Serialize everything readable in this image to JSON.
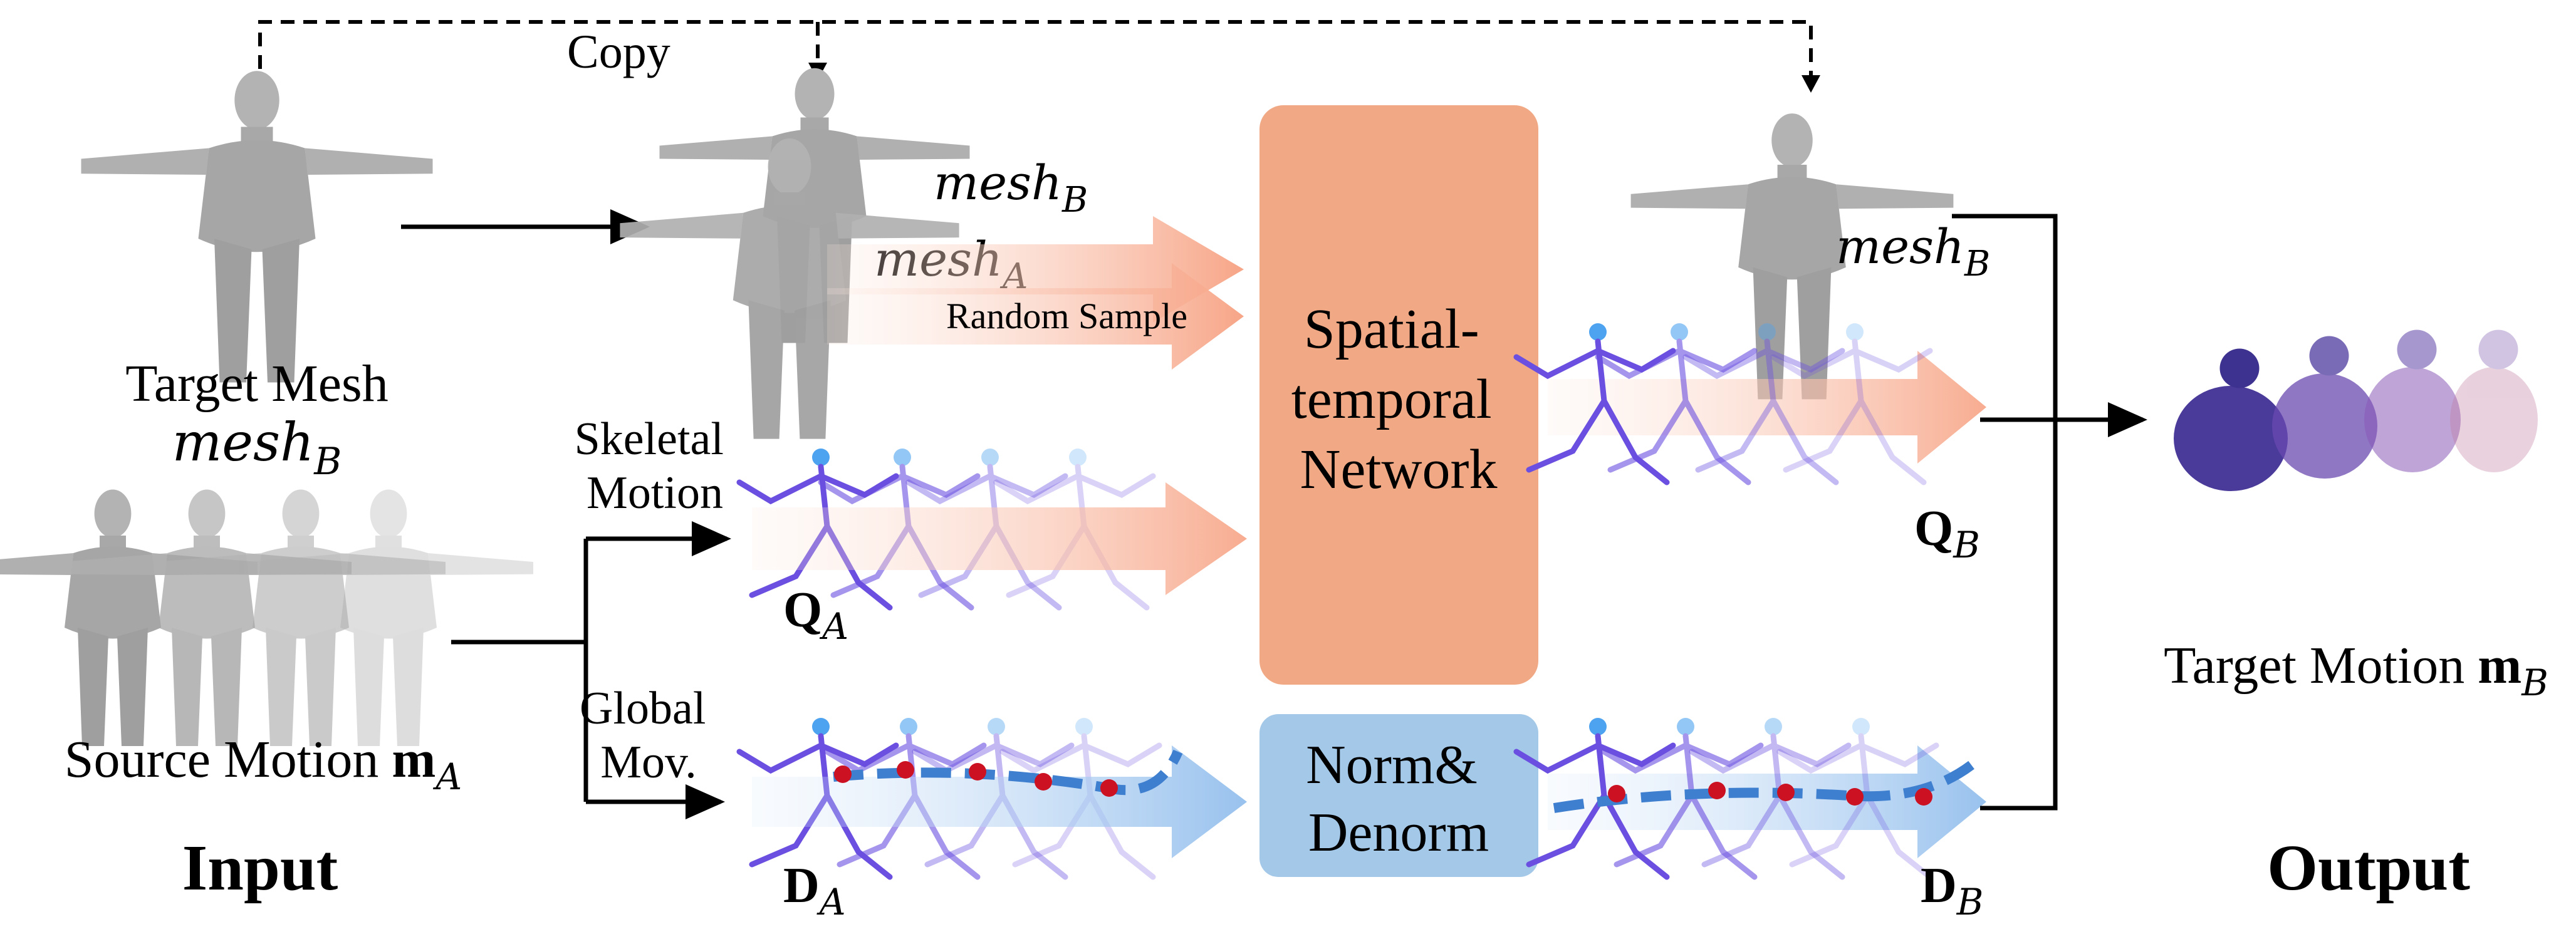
{
  "copy_label": "Copy",
  "target_mesh": {
    "label": "Target Mesh",
    "name_base": "mesh",
    "name_sub": "B"
  },
  "mesh_b_mid": {
    "base": "mesh",
    "sub": "B"
  },
  "mesh_a_mid": {
    "base": "mesh",
    "sub": "A"
  },
  "random_sample": "Random Sample",
  "network": {
    "line1": "Spatial-",
    "line2": "temporal",
    "line3": "Network"
  },
  "norm": {
    "line1": "Norm&",
    "line2": "Denorm"
  },
  "mesh_b_right": {
    "base": "mesh",
    "sub": "B"
  },
  "skeletal_motion": {
    "line1": "Skeletal",
    "line2": "Motion"
  },
  "global_mov": {
    "line1": "Global",
    "line2": "Mov."
  },
  "q_a": {
    "base": "Q",
    "sub": "A"
  },
  "d_a": {
    "base": "D",
    "sub": "A"
  },
  "q_b": {
    "base": "Q",
    "sub": "B"
  },
  "d_b": {
    "base": "D",
    "sub": "B"
  },
  "source_motion": {
    "label": "Source Motion",
    "sym": "m",
    "sub": "A"
  },
  "target_motion": {
    "label": "Target Motion",
    "sym": "m",
    "sub": "B"
  },
  "input_label": "Input",
  "output_label": "Output",
  "colors": {
    "network_fill": "#f1a985",
    "norm_fill": "#a4c8e8",
    "red_arrow": "#f7a587",
    "blue_arrow": "#8fbcec",
    "mesh_gray": "#a9a9a9",
    "skeleton_purple": "#6a4fe0",
    "joint_red": "#cc1122"
  }
}
